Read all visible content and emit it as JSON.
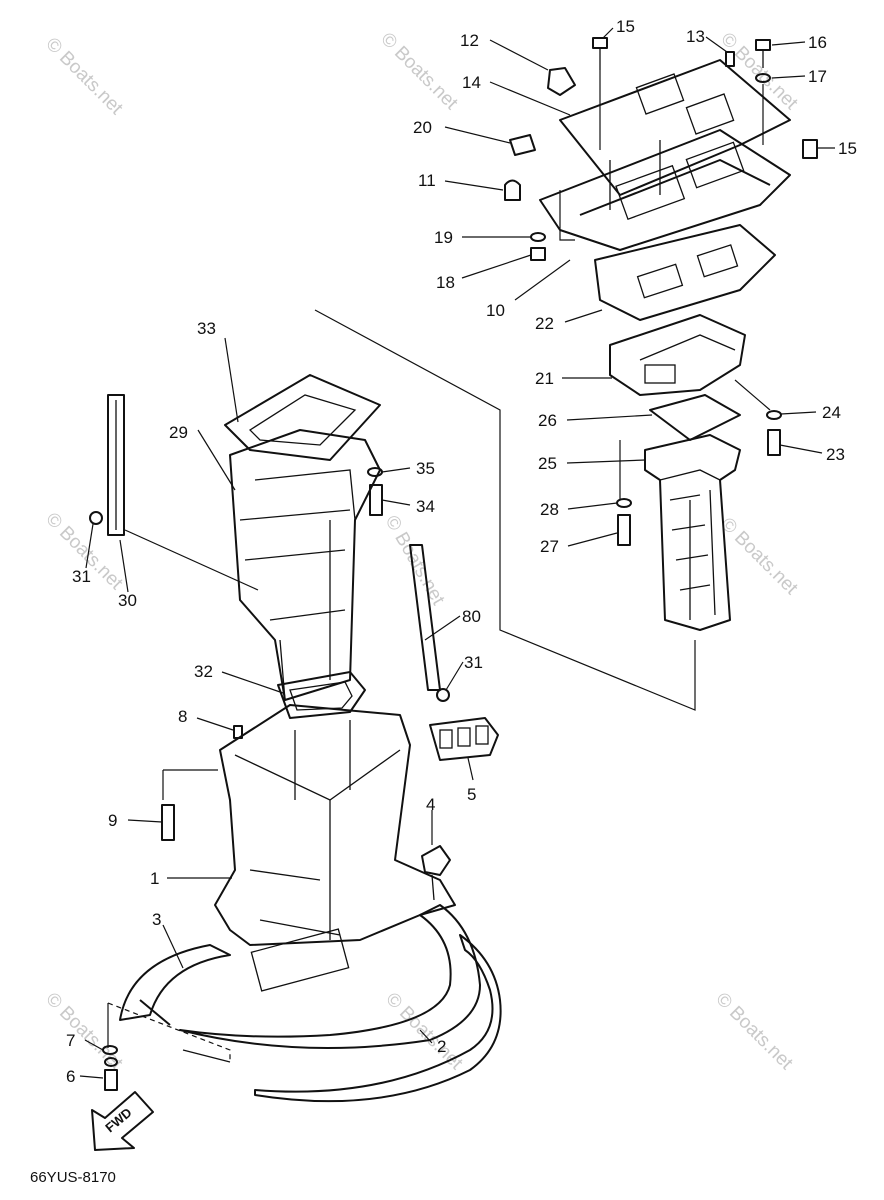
{
  "diagram": {
    "drawing_code": "66YUS-8170",
    "fwd_label": "FWD",
    "watermark": "© Boats.net",
    "callouts": [
      "1",
      "2",
      "3",
      "4",
      "5",
      "6",
      "7",
      "8",
      "9",
      "10",
      "11",
      "12",
      "13",
      "14",
      "15",
      "15",
      "16",
      "17",
      "18",
      "19",
      "20",
      "21",
      "22",
      "23",
      "24",
      "25",
      "26",
      "27",
      "28",
      "29",
      "30",
      "80",
      "31",
      "31",
      "32",
      "33",
      "34",
      "35"
    ]
  }
}
